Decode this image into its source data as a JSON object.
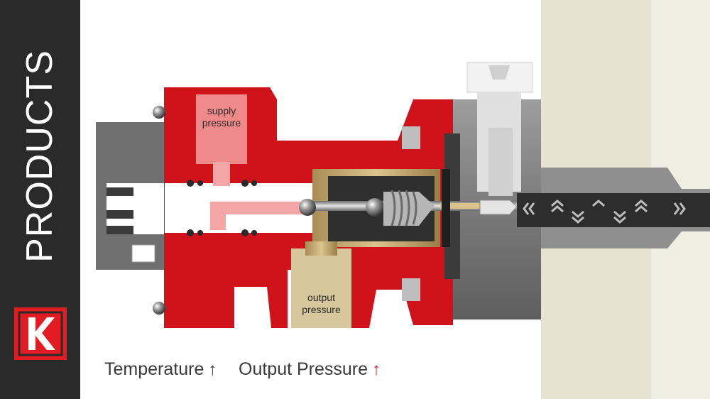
{
  "sidebar": {
    "title": "PRODUCTS",
    "logo_letter": "K",
    "accent": "#e31b23"
  },
  "diagram": {
    "labels": {
      "supply": "supply\npressure",
      "output": "output\npressure"
    },
    "colors": {
      "body_red": "#d0121b",
      "brass": "#b89f6a",
      "grey_steel": "#8a8a8a",
      "wall": "#e6e3d2"
    }
  },
  "legend": {
    "temperature": {
      "label": "Temperature",
      "arrow": "↑",
      "color": "#3a3a3a"
    },
    "output_pressure": {
      "label": "Output Pressure",
      "arrow": "↑",
      "color": "#e31b23"
    }
  }
}
